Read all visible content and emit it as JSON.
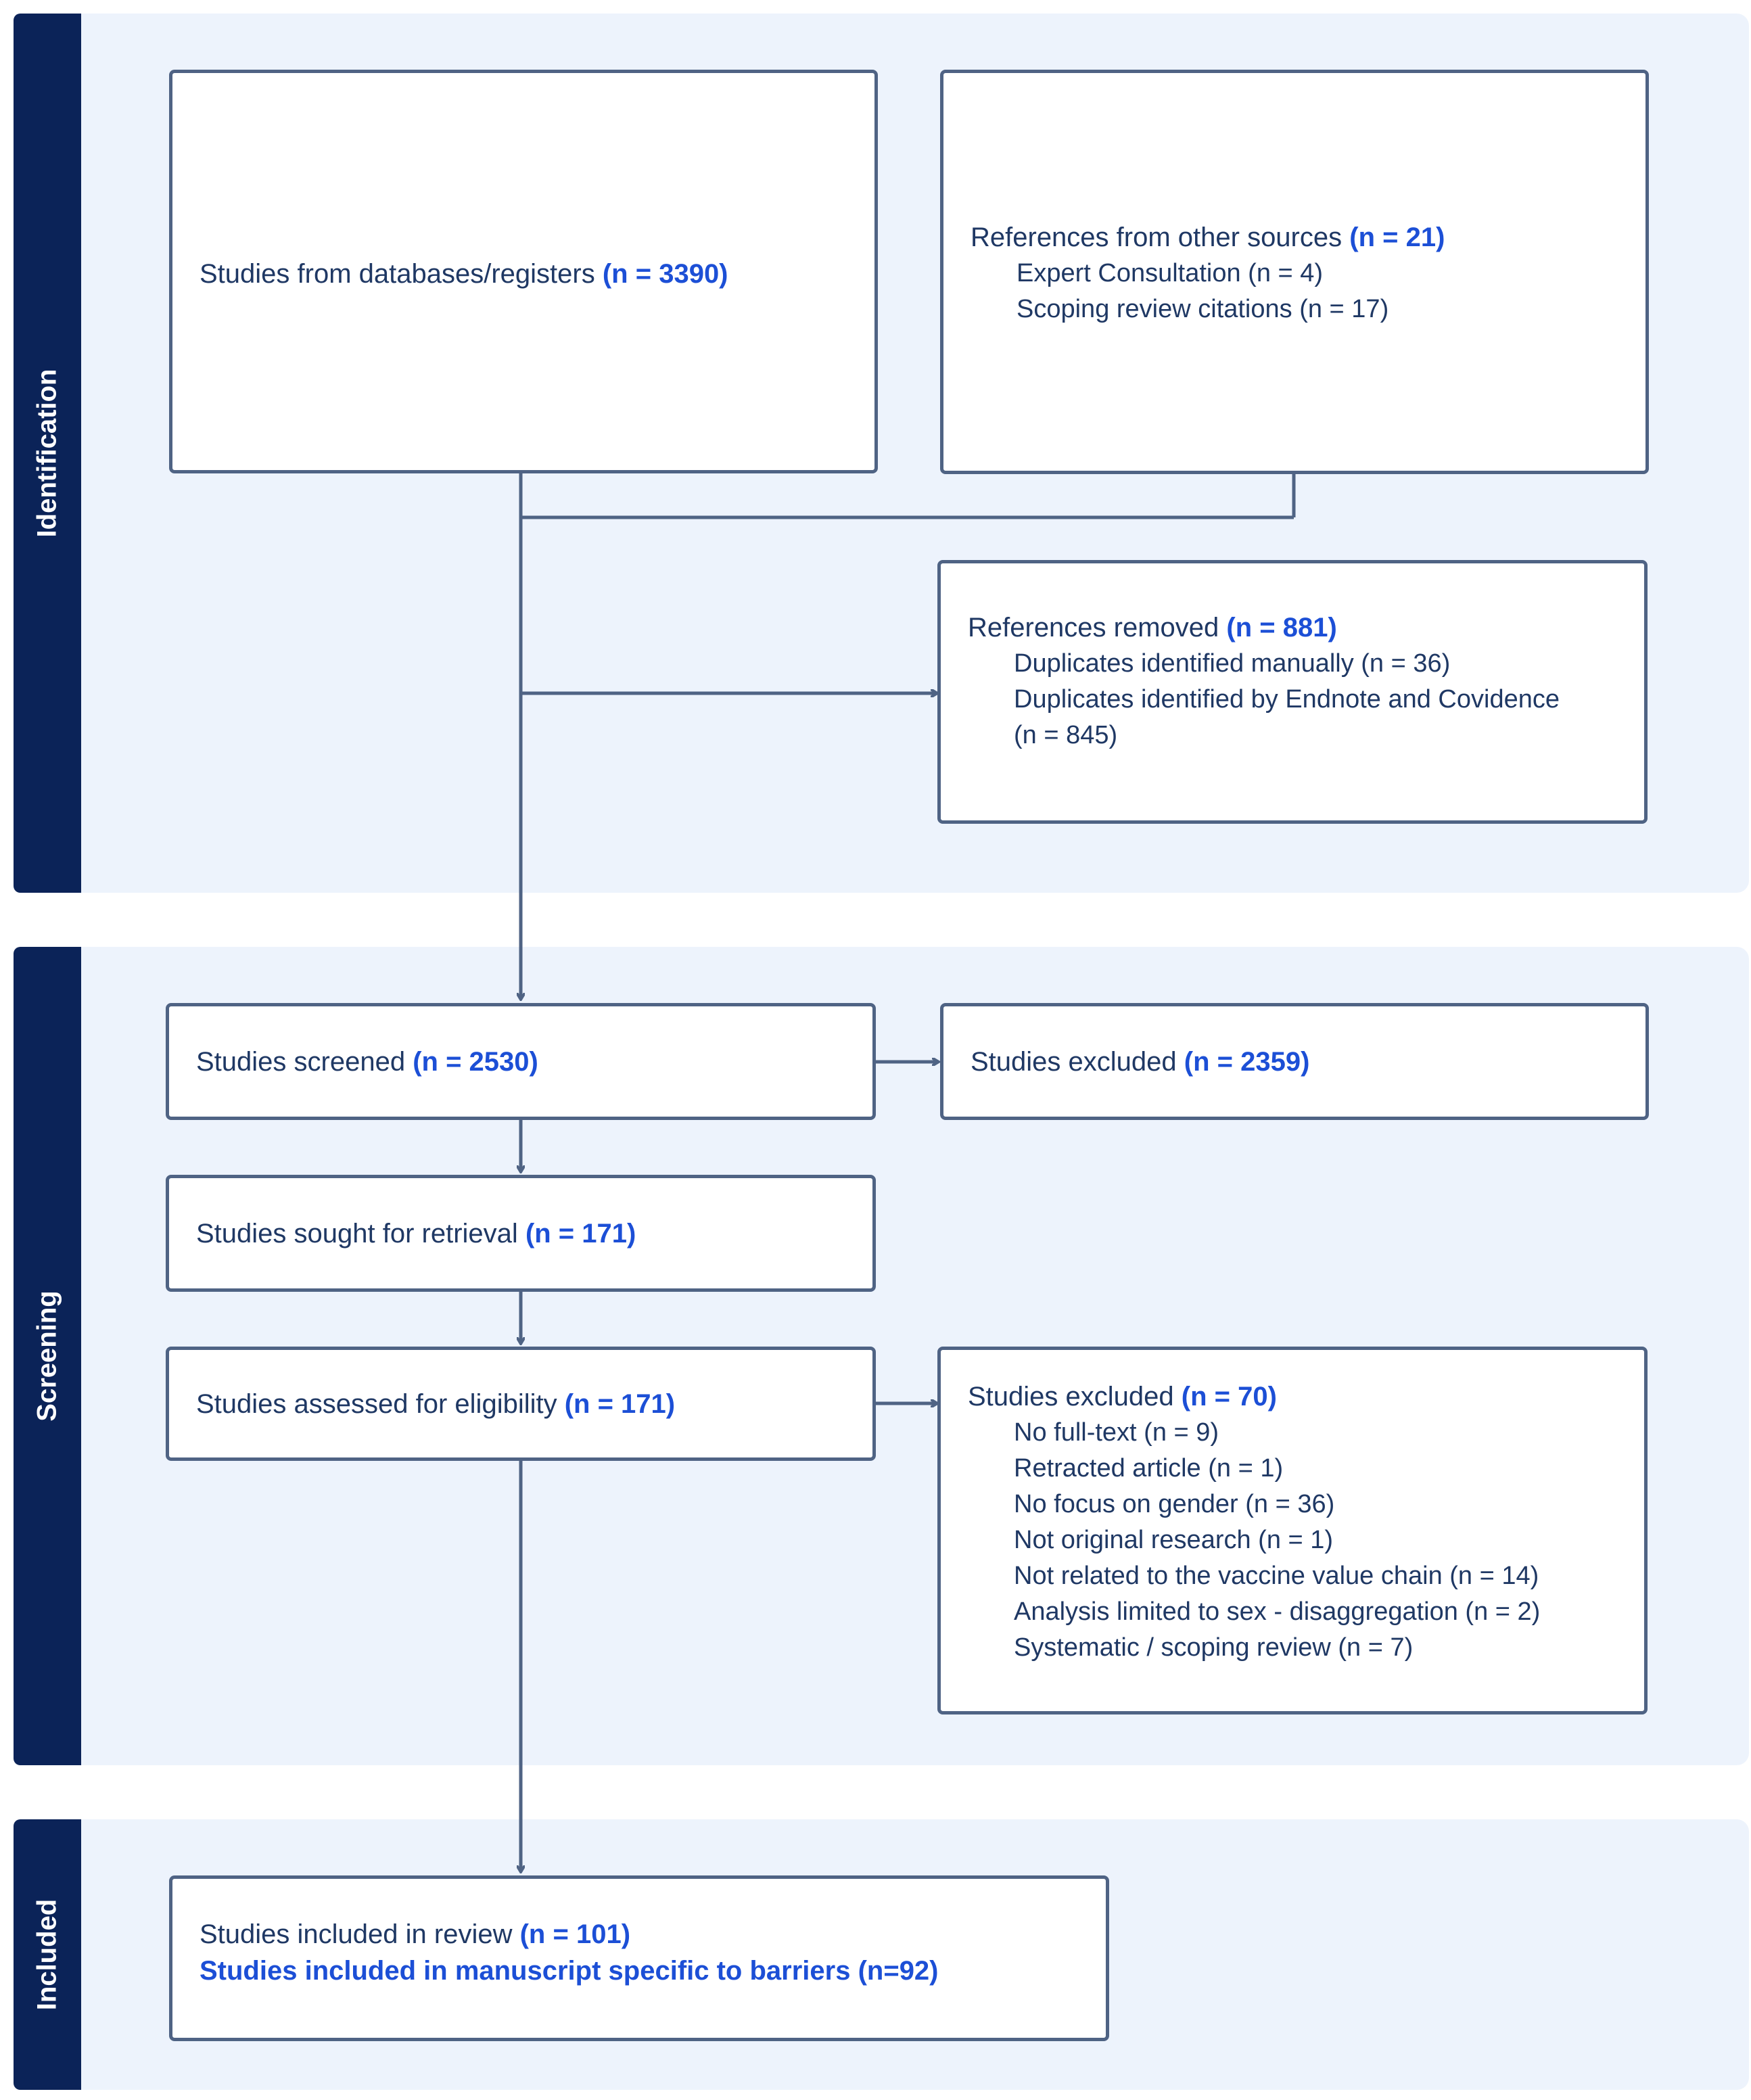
{
  "phases": {
    "identification": "Identification",
    "screening": "Screening",
    "included": "Included"
  },
  "boxes": {
    "databases": {
      "text": "Studies from databases/registers",
      "n": "(n = 3390)"
    },
    "other_sources": {
      "text": "References from other sources",
      "n": "(n = 21)",
      "items": [
        "Expert Consultation (n = 4)",
        "Scoping review citations (n = 17)"
      ]
    },
    "removed": {
      "text": "References removed",
      "n": "(n = 881)",
      "items": [
        "Duplicates identified manually (n = 36)",
        "Duplicates identified by Endnote and Covidence",
        "(n = 845)"
      ]
    },
    "screened": {
      "text": "Studies screened",
      "n": "(n = 2530)"
    },
    "excluded_screening": {
      "text": "Studies excluded",
      "n": "(n = 2359)"
    },
    "retrieval": {
      "text": "Studies sought for retrieval",
      "n": "(n = 171)"
    },
    "eligibility": {
      "text": "Studies assessed for eligibility",
      "n": "(n = 171)"
    },
    "excluded_eligibility": {
      "text": "Studies excluded",
      "n": "(n = 70)",
      "items": [
        "No full-text (n = 9)",
        "Retracted article (n = 1)",
        "No focus on gender (n = 36)",
        "Not original research (n = 1)",
        "Not related to the vaccine value chain (n = 14)",
        "Analysis limited to sex - disaggregation (n = 2)",
        "Systematic / scoping review (n = 7)"
      ]
    },
    "included": {
      "text": "Studies included in review",
      "n": "(n = 101)",
      "highlight": "Studies included in manuscript specific to barriers (n=92)"
    }
  },
  "colors": {
    "sidebar": "#0b2358",
    "section_bg": "#edf3fc",
    "box_border": "#4f6384",
    "accent": "#1c4fd6",
    "text": "#1f3864"
  }
}
